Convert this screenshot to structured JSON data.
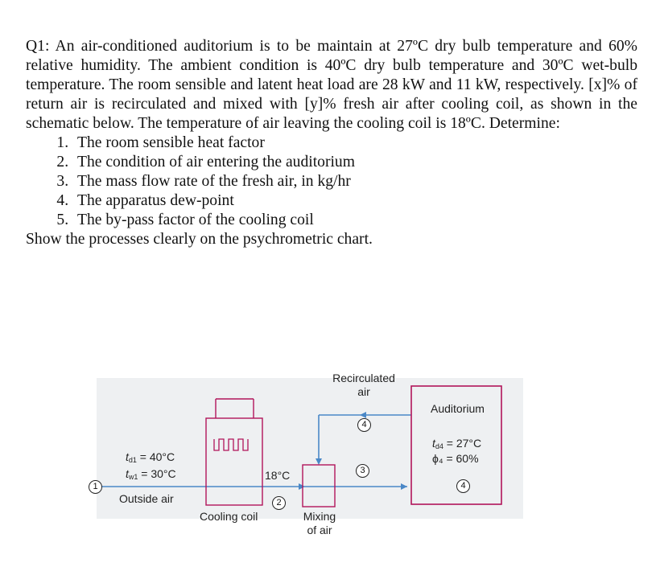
{
  "question": {
    "paragraph": "Q1: An air-conditioned auditorium is to be maintain at 27ºC dry bulb temperature and 60% relative humidity. The ambient condition is 40ºC dry bulb temperature and 30ºC wet-bulb temperature. The room sensible and latent heat load are 28 kW and 11 kW, respectively. [x]% of return air is recirculated and mixed with [y]% fresh air after cooling coil, as shown in the schematic below. The temperature of air leaving the cooling coil is 18ºC. Determine:",
    "items": [
      "The room sensible heat factor",
      "The condition of air entering the auditorium",
      "The mass flow rate of the fresh air, in kg/hr",
      "The apparatus dew-point",
      "The by-pass factor of the cooling coil"
    ],
    "closing": "Show the processes clearly on the psychrometric chart."
  },
  "schematic": {
    "recirculated": "Recirculated",
    "air": "air",
    "auditorium": "Auditorium",
    "auditorium_temp_value": "= 27°C",
    "auditorium_rh": "ϕ₄ = 60%",
    "outside_db_value": "= 40°C",
    "outside_wb_value": "= 30°C",
    "outside_air": "Outside air",
    "coil_exit_temp": "18°C",
    "cooling_coil": "Cooling coil",
    "mixing": "Mixing",
    "of_air": "of air",
    "state_1": "1",
    "state_2": "2",
    "state_3": "3",
    "state_4": "4",
    "state_4b": "4",
    "td": "t",
    "tw": "t",
    "sub_d1": "d1",
    "sub_w1": "w1",
    "sub_d4": "d4"
  },
  "colors": {
    "duct": "#4a88c7",
    "room": "#b1145a",
    "background": "#eef0f2"
  }
}
